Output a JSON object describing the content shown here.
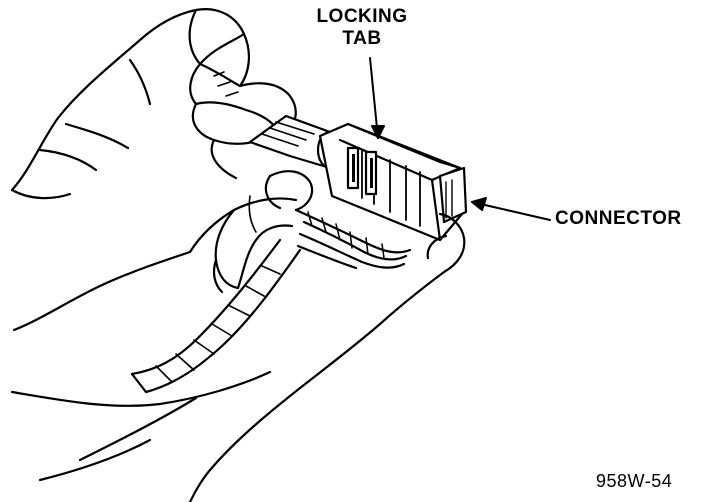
{
  "labels": {
    "locking_tab_line1": "LOCKING",
    "locking_tab_line2": "TAB",
    "connector": "CONNECTOR",
    "figure_id": "958W-54"
  },
  "colors": {
    "ink": "#000000",
    "paper": "#ffffff",
    "shade": "#d9d9d9"
  }
}
